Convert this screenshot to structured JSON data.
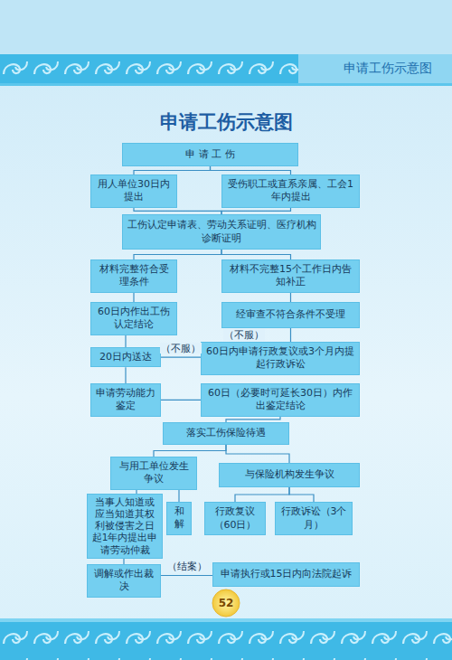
{
  "diagram": {
    "title": "申请工伤示意图",
    "nodes": [
      {
        "text": [
          "申 请 工 伤"
        ]
      },
      {
        "text": [
          "用人单位30日内提出"
        ]
      },
      {
        "text": [
          "受伤职工或直系亲属、工会1年内提出"
        ]
      },
      {
        "text": [
          "工伤认定申请表、劳动关系证明、医疗机构诊断证明"
        ]
      },
      {
        "text": [
          "材料完整符合受理条件"
        ]
      },
      {
        "text": [
          "材料不完整15个工作日内告知补正"
        ]
      },
      {
        "text": [
          "60日内作出工伤认定结论"
        ]
      },
      {
        "text": [
          "经审查不符合条件不受理"
        ]
      },
      {
        "text": [
          "20日内送达"
        ]
      },
      {
        "text": [
          "60日内申请行政复议或3个月内提起行政诉讼"
        ]
      },
      {
        "text": [
          "申请劳动能力鉴定"
        ]
      },
      {
        "text": [
          "60日（必要时可延长30日）内作出鉴定结论"
        ]
      },
      {
        "text": [
          "落实工伤保险待遇"
        ]
      },
      {
        "text": [
          "与用工单位发生争议"
        ]
      },
      {
        "text": [
          "与保险机构发生争议"
        ]
      },
      {
        "text": [
          "当事人知道或应当知道其权利被侵害之日起1年内提出申请劳动仲裁"
        ]
      },
      {
        "text": [
          "和解"
        ]
      },
      {
        "text": [
          "行政复议（60日）"
        ]
      },
      {
        "text": [
          "行政诉讼（3个月）"
        ]
      },
      {
        "text": [
          "调解或作出裁决"
        ]
      },
      {
        "text": [
          "申请执行或15日内向法院起诉"
        ]
      }
    ],
    "edges": [
      {
        "from": 0,
        "to": 1,
        "arrow": "none"
      },
      {
        "from": 0,
        "to": 2,
        "arrow": "none"
      },
      {
        "from": 1,
        "to": 3,
        "arrow": "none"
      },
      {
        "from": 2,
        "to": 3,
        "arrow": "none"
      },
      {
        "from": 3,
        "to": 4,
        "arrow": "none"
      },
      {
        "from": 3,
        "to": 5,
        "arrow": "none"
      },
      {
        "from": 4,
        "to": 6,
        "arrow": "none"
      },
      {
        "from": 5,
        "to": 7,
        "arrow": "none"
      },
      {
        "from": 6,
        "to": 8,
        "arrow": "none"
      },
      {
        "from": 7,
        "to": 9,
        "label": "（不服）",
        "arrow": "none"
      },
      {
        "from": 8,
        "to": 9,
        "label": "（不服）",
        "arrow": "none"
      },
      {
        "from": 8,
        "to": 10,
        "arrow": "none"
      },
      {
        "from": 10,
        "to": 11,
        "arrow": "none"
      },
      {
        "from": 11,
        "to": 12,
        "arrow": "none"
      },
      {
        "from": 12,
        "to": 13,
        "arrow": "none"
      },
      {
        "from": 12,
        "to": 14,
        "arrow": "none"
      },
      {
        "from": 13,
        "to": 15,
        "arrow": "none"
      },
      {
        "from": 13,
        "to": 16,
        "arrow": "none"
      },
      {
        "from": 15,
        "to": 19,
        "arrow": "none"
      },
      {
        "from": 19,
        "to": 20,
        "label": "（结案）",
        "arrow": "none"
      },
      {
        "from": 14,
        "to": 17,
        "arrow": "none"
      },
      {
        "from": 14,
        "to": 18,
        "arrow": "none"
      }
    ],
    "labels": [
      "申请工伤示意图",
      "52"
    ]
  }
}
